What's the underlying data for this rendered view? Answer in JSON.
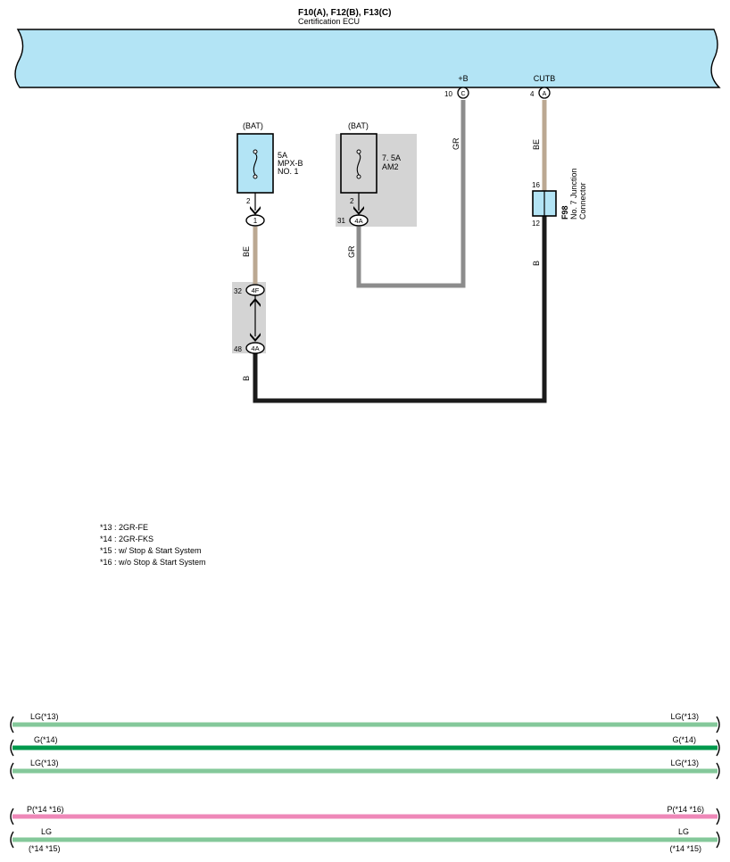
{
  "ecu": {
    "connectors_label": "F10(A), F12(B), F13(C)",
    "name": "Certification ECU",
    "pin_b": {
      "signal": "+B",
      "number": "10",
      "connector": "C"
    },
    "pin_cutb": {
      "signal": "CUTB",
      "number": "4",
      "connector": "A"
    }
  },
  "fuse_mpxb": {
    "source": "(BAT)",
    "rating": "5A",
    "name_line1": "MPX-B",
    "name_line2": "NO. 1",
    "out_pin": "2",
    "connector": "1"
  },
  "fuse_am2": {
    "source": "(BAT)",
    "rating": "7. 5A",
    "name": "AM2",
    "out_pin": "2",
    "connector_pin": "31",
    "connector": "4A"
  },
  "junction": {
    "id": "F98",
    "name_line1": "No. 7 Junction",
    "name_line2": "Connector",
    "pin_top": "16",
    "pin_bottom": "12"
  },
  "inline_connectors": {
    "upper": {
      "pin": "32",
      "connector": "4F"
    },
    "lower": {
      "pin": "48",
      "connector": "4A"
    }
  },
  "wire_colors": {
    "mpxb_to_connector": "BE",
    "after_connector": "B",
    "am2_wire_left": "GR",
    "am2_wire_right": "GR",
    "cutb_wire": "BE",
    "junction_out": "B"
  },
  "notes": [
    "*13 : 2GR-FE",
    "*14 : 2GR-FKS",
    "*15 : w/ Stop & Start System",
    "*16 : w/o Stop & Start System"
  ],
  "harness": [
    {
      "left": "LG(*13)",
      "right": "LG(*13)",
      "color": "#84c89a"
    },
    {
      "left": "G(*14)",
      "right": "G(*14)",
      "color": "#00994c"
    },
    {
      "left": "LG(*13)",
      "right": "LG(*13)",
      "color": "#84c89a"
    },
    {
      "left": "P(*14 *16)",
      "right": "P(*14 *16)",
      "color": "#ee88b8"
    },
    {
      "left": "LG",
      "right": "LG",
      "color": "#84c89a",
      "left_note": "(*14 *15)",
      "right_note": "(*14 *15)"
    }
  ],
  "colors": {
    "ecu_fill": "#b3e4f5",
    "beige": "#bba892",
    "gray": "#8c8c8c",
    "black": "#1a1a1a",
    "shade": "#d4d4d4",
    "junction_fill": "#b3e4f5"
  }
}
